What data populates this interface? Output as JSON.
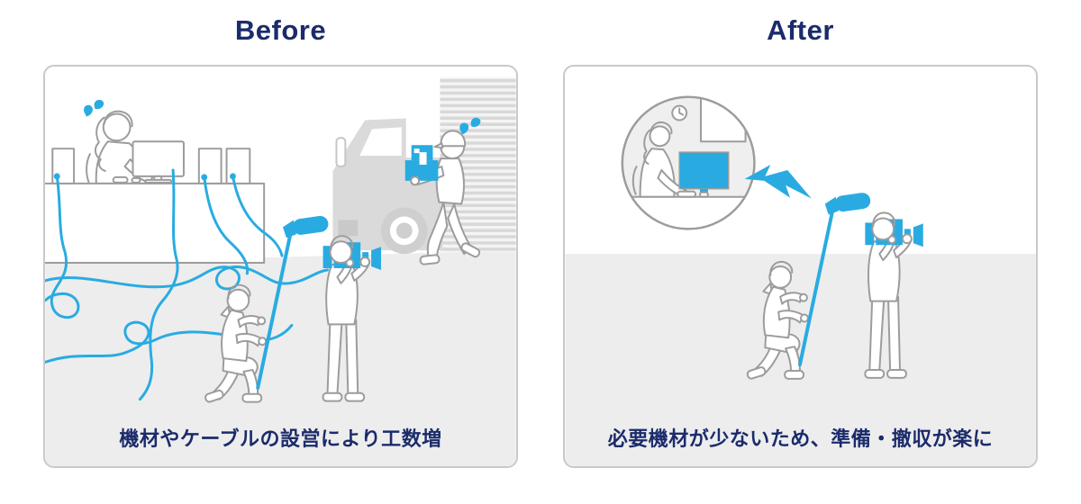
{
  "colors": {
    "page_bg": "#FFFFFF",
    "accent_blue": "#29ABE2",
    "navy_text": "#1B2B6B",
    "outline_gray": "#9C9C9C",
    "floor_gray": "#EDEDED",
    "panel_border": "#C9C9C9",
    "silhouette_gray": "#DADADA",
    "silhouette_dark": "#C9C9C9",
    "stripe_gray": "#D8D8D8",
    "stripe_light": "#F4F4F4",
    "circle_fill": "#EFEFEF"
  },
  "before": {
    "title": "Before",
    "caption": "機材やケーブルの設営により工数増"
  },
  "after": {
    "title": "After",
    "caption": "必要機材が少ないため、準備・撤収が楽に"
  },
  "icons": {
    "boom_mic": "blue shotgun microphone on boom pole",
    "video_camera": "blue shoulder video camera",
    "cable_tangle": "blue tangled cables",
    "truck": "gray truck silhouette",
    "cargo_container": "striped shutter container",
    "equipment_boxes": "blue stacked equipment cases",
    "sweat_drops": "blue sweat drops",
    "wireless_bolt": "blue lightning bolt (wireless link)",
    "wall_clock": "wall clock",
    "monitor": "desktop monitor"
  }
}
